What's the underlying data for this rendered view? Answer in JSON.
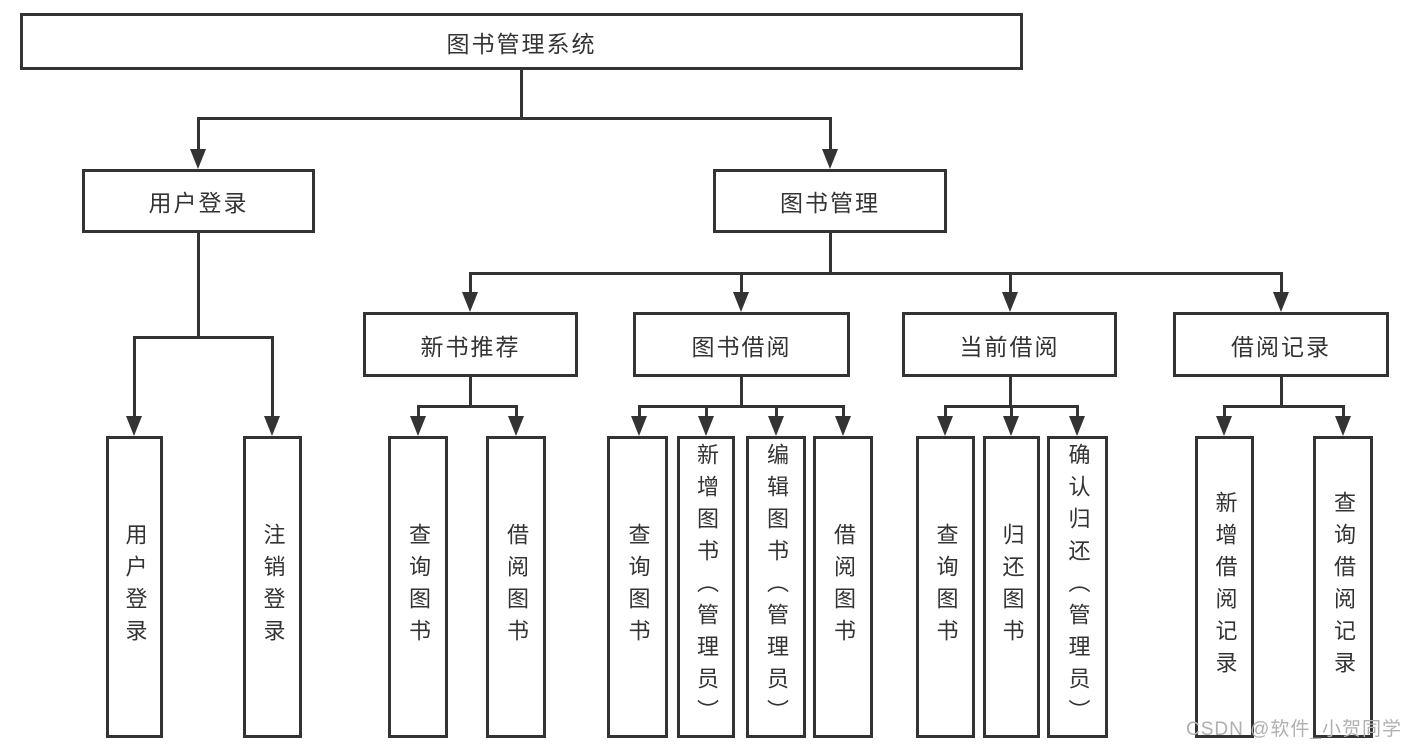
{
  "diagram": {
    "type": "hierarchy-tree",
    "title": "图书管理系统",
    "watermark": "CSDN @软件_小贺同学",
    "colors": {
      "line": "#333333",
      "text": "#333333",
      "background": "#ffffff",
      "watermark": "#b0b0b0"
    },
    "nodes": {
      "root": "图书管理系统",
      "user_login": "用户登录",
      "book_mgmt": "图书管理",
      "new_book_rec": "新书推荐",
      "book_borrow": "图书借阅",
      "current_borrow": "当前借阅",
      "borrow_record": "借阅记录",
      "leaf_user_login": "用户登录",
      "leaf_logout": "注销登录",
      "leaf_nb_query": "查询图书",
      "leaf_nb_borrow": "借阅图书",
      "leaf_bb_query": "查询图书",
      "leaf_bb_add": "新增图书（管理员）",
      "leaf_bb_edit": "编辑图书（管理员）",
      "leaf_bb_borrow": "借阅图书",
      "leaf_cb_query": "查询图书",
      "leaf_cb_return": "归还图书",
      "leaf_cb_confirm": "确认归还（管理员）",
      "leaf_br_add": "新增借阅记录",
      "leaf_br_query": "查询借阅记录"
    },
    "edges": [
      "root->user_login",
      "root->book_mgmt",
      "user_login->leaf_user_login",
      "user_login->leaf_logout",
      "book_mgmt->new_book_rec",
      "book_mgmt->book_borrow",
      "book_mgmt->current_borrow",
      "book_mgmt->borrow_record",
      "new_book_rec->leaf_nb_query",
      "new_book_rec->leaf_nb_borrow",
      "book_borrow->leaf_bb_query",
      "book_borrow->leaf_bb_add",
      "book_borrow->leaf_bb_edit",
      "book_borrow->leaf_bb_borrow",
      "current_borrow->leaf_cb_query",
      "current_borrow->leaf_cb_return",
      "current_borrow->leaf_cb_confirm",
      "borrow_record->leaf_br_add",
      "borrow_record->leaf_br_query"
    ]
  }
}
